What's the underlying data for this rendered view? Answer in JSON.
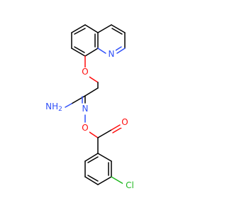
{
  "molecule": {
    "labels": {
      "quinoline_n": "N",
      "ether_o": "O",
      "amidine_nh2": "NH",
      "amidine_nh2_sub": "2",
      "imine_n": "N",
      "oxime_o": "O",
      "carbonyl_o": "O",
      "chlorine": "Cl"
    },
    "colors": {
      "carbon_bond": "#000000",
      "oxygen": "#ff0d0d",
      "nitrogen": "#3050f8",
      "chlorine": "#1fb81f",
      "background": "#ffffff"
    }
  }
}
